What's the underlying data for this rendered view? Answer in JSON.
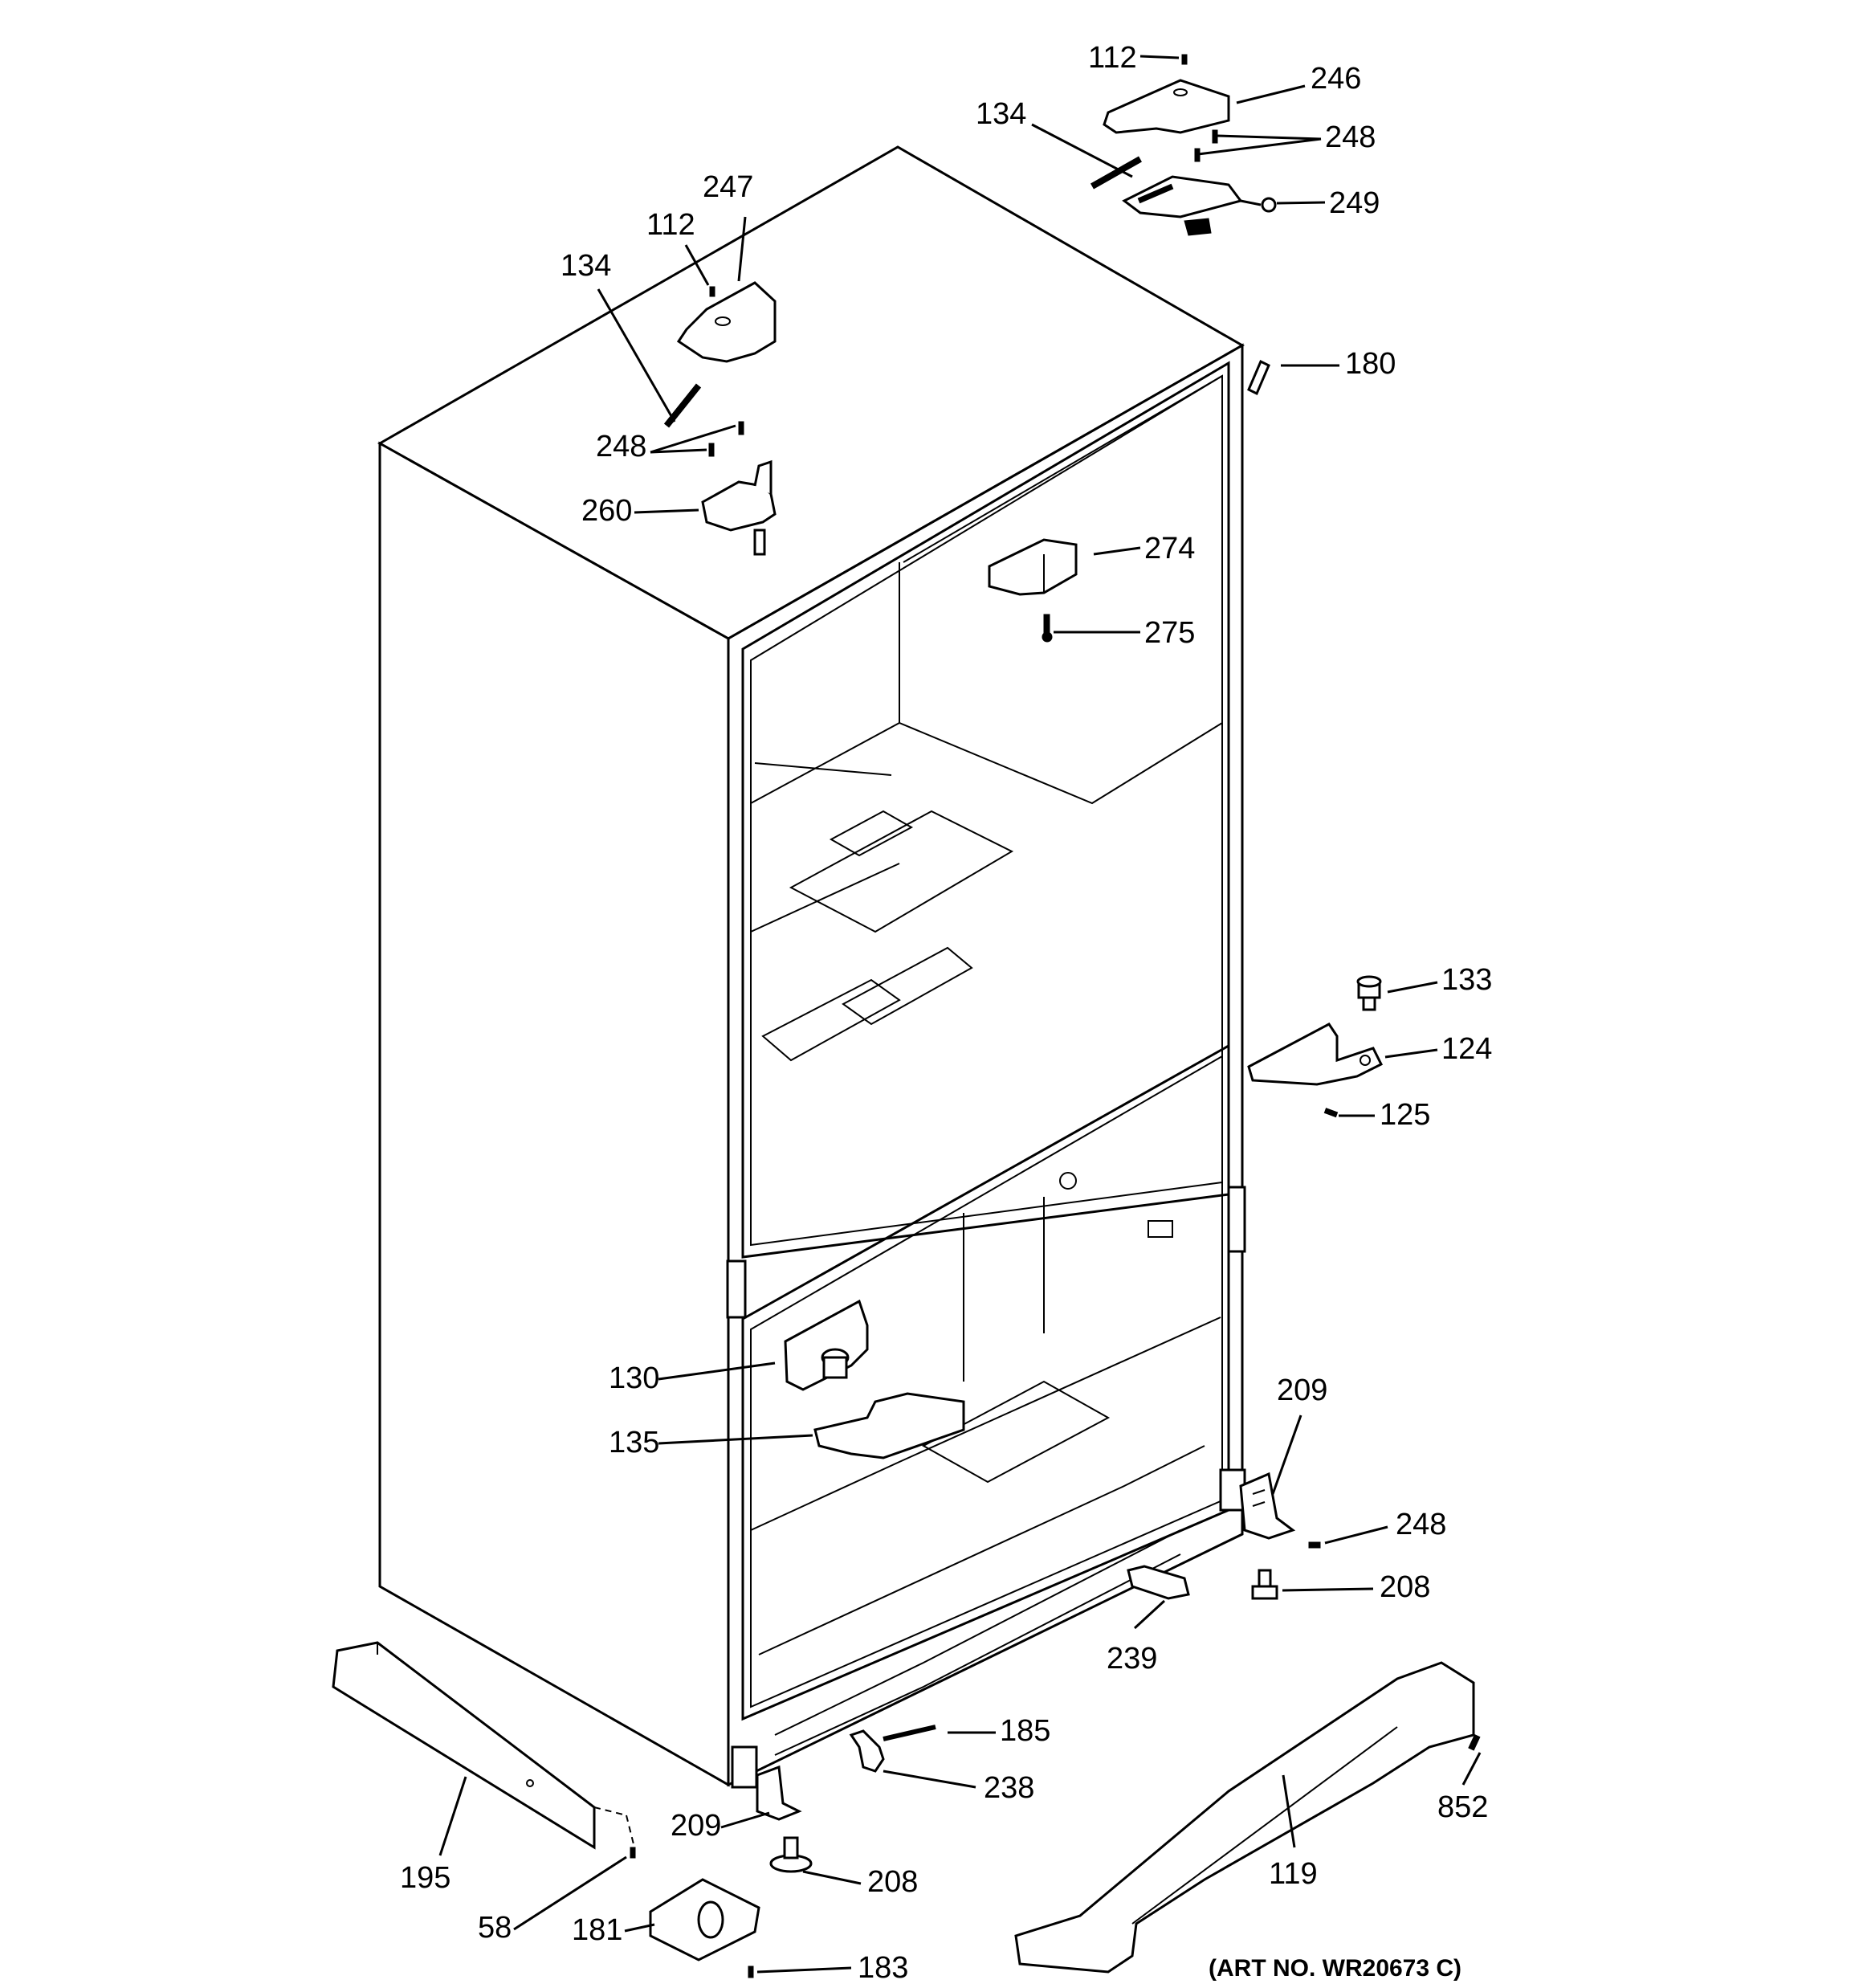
{
  "art_number": "(ART NO. WR20673 C)",
  "callouts": [
    {
      "id": "c112a",
      "label": "112"
    },
    {
      "id": "c246",
      "label": "246"
    },
    {
      "id": "c134a",
      "label": "134"
    },
    {
      "id": "c248a",
      "label": "248"
    },
    {
      "id": "c249",
      "label": "249"
    },
    {
      "id": "c247",
      "label": "247"
    },
    {
      "id": "c112b",
      "label": "112"
    },
    {
      "id": "c134b",
      "label": "134"
    },
    {
      "id": "c180",
      "label": "180"
    },
    {
      "id": "c248b",
      "label": "248"
    },
    {
      "id": "c260",
      "label": "260"
    },
    {
      "id": "c274",
      "label": "274"
    },
    {
      "id": "c275",
      "label": "275"
    },
    {
      "id": "c133",
      "label": "133"
    },
    {
      "id": "c124",
      "label": "124"
    },
    {
      "id": "c125",
      "label": "125"
    },
    {
      "id": "c209a",
      "label": "209"
    },
    {
      "id": "c130",
      "label": "130"
    },
    {
      "id": "c135",
      "label": "135"
    },
    {
      "id": "c248c",
      "label": "248"
    },
    {
      "id": "c208a",
      "label": "208"
    },
    {
      "id": "c239",
      "label": "239"
    },
    {
      "id": "c185",
      "label": "185"
    },
    {
      "id": "c238",
      "label": "238"
    },
    {
      "id": "c852",
      "label": "852"
    },
    {
      "id": "c209b",
      "label": "209"
    },
    {
      "id": "c119",
      "label": "119"
    },
    {
      "id": "c195",
      "label": "195"
    },
    {
      "id": "c208b",
      "label": "208"
    },
    {
      "id": "c58",
      "label": "58"
    },
    {
      "id": "c181",
      "label": "181"
    },
    {
      "id": "c183",
      "label": "183"
    }
  ]
}
